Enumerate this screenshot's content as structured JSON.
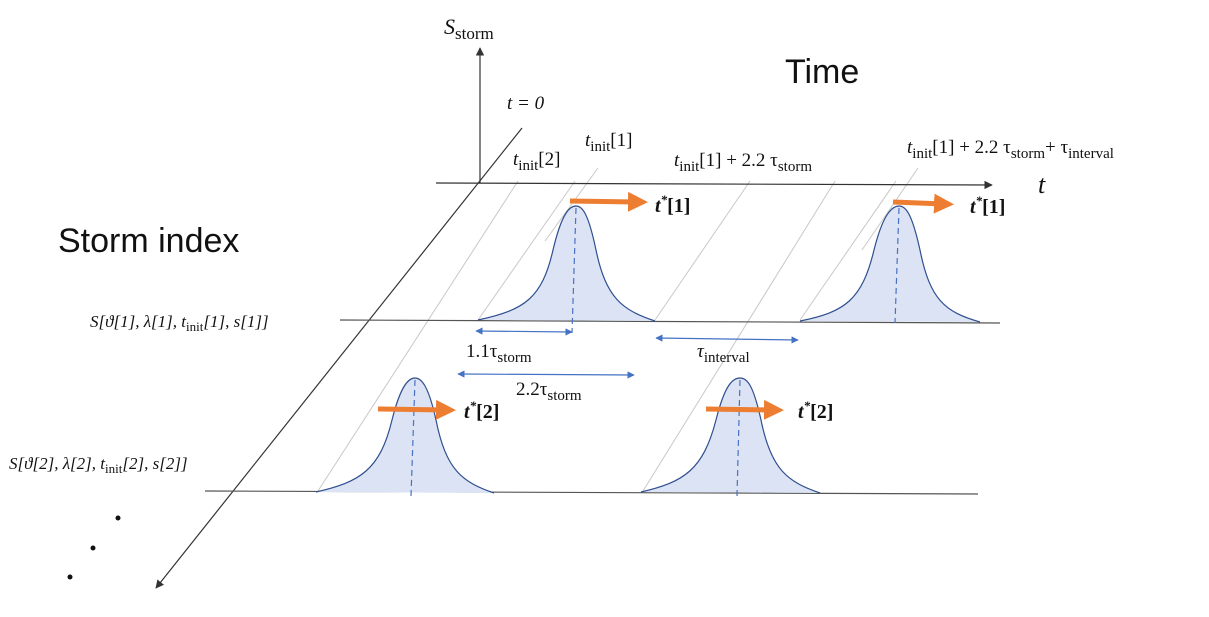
{
  "colors": {
    "axis": "#333333",
    "baseline": "#555555",
    "pulse_fill": "#dbe3f4",
    "pulse_stroke": "#2f4f8f",
    "pulse_marker": "#4a72c4",
    "guide": "#c8c8c8",
    "arrow_orange": "#ed7d31",
    "dim_arrow": "#4472c4"
  },
  "labels": {
    "y_axis": {
      "main": "S",
      "sub": "storm"
    },
    "t_zero": "t = 0",
    "time_title": "Time",
    "t_axis": "t",
    "storm_index_title": "Storm index",
    "t_init_2": {
      "main": "t",
      "sub": "init",
      "rest": "[2]"
    },
    "t_init_1": {
      "main": "t",
      "sub": "init",
      "rest": "[1]"
    },
    "t_init_1_plus_22": {
      "main": "t",
      "sub": "init",
      "rest": "[1] + 2.2 τ",
      "sub2": "storm"
    },
    "t_init_1_plus_22_interval": {
      "main": "t",
      "sub": "init",
      "rest": "[1] + 2.2 τ",
      "sub2": "storm",
      "rest2": "+ τ",
      "sub3": "interval"
    },
    "tstar_1a": {
      "main": "t",
      "sup": "*",
      "rest": "[1]"
    },
    "tstar_1b": {
      "main": "t",
      "sup": "*",
      "rest": "[1]"
    },
    "tstar_2a": {
      "main": "t",
      "sup": "*",
      "rest": "[2]"
    },
    "tstar_2b": {
      "main": "t",
      "sup": "*",
      "rest": "[2]"
    },
    "row1": {
      "pre": "S[ϑ[1], λ[1], t",
      "sub": "init",
      "post": "[1], s[1]]"
    },
    "row2": {
      "pre": "S[ϑ[2], λ[2], t",
      "sub": "init",
      "post": "[2], s[2]]"
    },
    "dim_11": {
      "pre": "1.1τ",
      "sub": "storm"
    },
    "dim_22": {
      "pre": "2.2τ",
      "sub": "storm"
    },
    "dim_interval": {
      "pre": "τ",
      "sub": "interval"
    }
  }
}
